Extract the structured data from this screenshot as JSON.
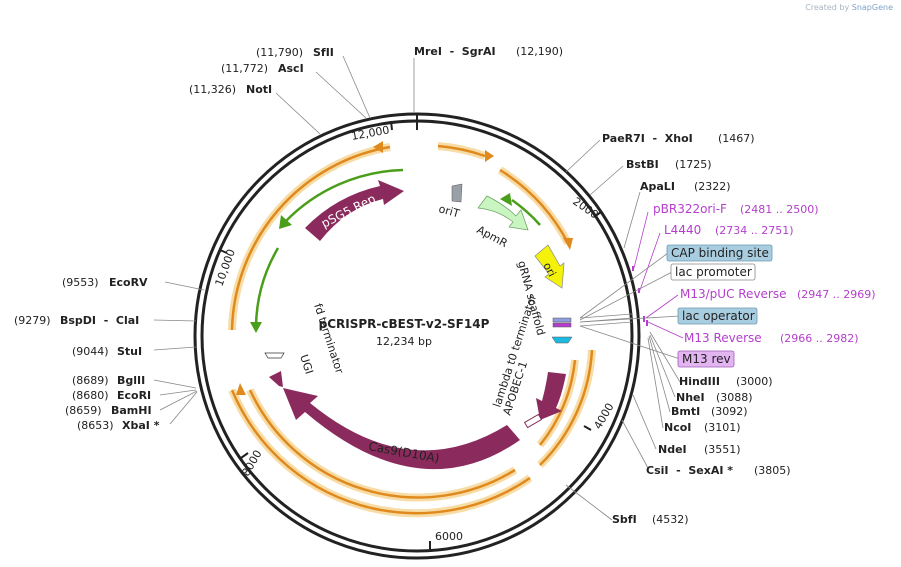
{
  "credit": {
    "prefix": "Created by",
    "brand": "SnapGene"
  },
  "plasmid": {
    "name": "pCRISPR-cBEST-v2-SF14P",
    "size_label": "12,234 bp"
  },
  "ring_ticks": [
    "2000",
    "4000",
    "6000",
    "8000",
    "10,000",
    "12,000"
  ],
  "sites": [
    {
      "name": "SfII",
      "pos": "(11,790)",
      "side": "left"
    },
    {
      "name": "AscI",
      "pos": "(11,772)",
      "side": "left"
    },
    {
      "name": "NotI",
      "pos": "(11,326)",
      "side": "left"
    },
    {
      "name": "EcoRV",
      "pos": "(9553)",
      "side": "left"
    },
    {
      "name": "BspDI  -  ClaI",
      "pos": "(9279)",
      "side": "left"
    },
    {
      "name": "StuI",
      "pos": "(9044)",
      "side": "left"
    },
    {
      "name": "BglII",
      "pos": "(8689)",
      "side": "left"
    },
    {
      "name": "EcoRI",
      "pos": "(8680)",
      "side": "left"
    },
    {
      "name": "BamHI",
      "pos": "(8659)",
      "side": "left"
    },
    {
      "name": "XbaI *",
      "pos": "(8653)",
      "side": "left"
    },
    {
      "name": "MreI  -  SgrAI",
      "pos": "(12,190)",
      "side": "right"
    },
    {
      "name": "PaeR7I  -  XhoI",
      "pos": "(1467)",
      "side": "right"
    },
    {
      "name": "BstBI",
      "pos": "(1725)",
      "side": "right"
    },
    {
      "name": "ApaLI",
      "pos": "(2322)",
      "side": "right"
    },
    {
      "name": "HindIII",
      "pos": "(3000)",
      "side": "right"
    },
    {
      "name": "NheI",
      "pos": "(3088)",
      "side": "right"
    },
    {
      "name": "BmtI",
      "pos": "(3092)",
      "side": "right"
    },
    {
      "name": "NcoI",
      "pos": "(3101)",
      "side": "right"
    },
    {
      "name": "NdeI",
      "pos": "(3551)",
      "side": "right"
    },
    {
      "name": "CsiI  -  SexAI *",
      "pos": "(3805)",
      "side": "right"
    },
    {
      "name": "SbfI",
      "pos": "(4532)",
      "side": "right"
    }
  ],
  "primers": [
    {
      "name": "pBR322ori-F",
      "range": "(2481 .. 2500)"
    },
    {
      "name": "L4440",
      "range": "(2734 .. 2751)"
    },
    {
      "name": "M13/pUC Reverse",
      "range": "(2947 .. 2969)"
    },
    {
      "name": "M13 Reverse",
      "range": "(2966 .. 2982)"
    }
  ],
  "boxed_features": [
    {
      "name": "CAP binding site",
      "style": "blue"
    },
    {
      "name": "lac promoter",
      "style": "white"
    },
    {
      "name": "lac operator",
      "style": "blue"
    },
    {
      "name": "M13 rev",
      "style": "purple"
    }
  ],
  "features": {
    "psg5_rep": "pSG5 Rep",
    "orit": "oriT",
    "apmr": "ApmR",
    "ori": "ori",
    "grna_scaffold": "gRNA scaffold",
    "lambda_t0": "lambda t0 terminator",
    "apobec": "APOBEC-1",
    "cas9": "Cas9(D10A)",
    "ugi": "UGI",
    "fd_terminator": "fd terminator"
  },
  "colors": {
    "backbone": "#222222",
    "cds": "#8b2a5c",
    "orange_arc": "#e08a1e",
    "orange_halo": "#f7dca6",
    "green_arrow": "#4a9e1a",
    "primer": "#b53ecc",
    "ori": "#f4f20a",
    "apmr": "#c8f5c0",
    "orit": "#9aa0a8",
    "blue_box": "#a9cde0",
    "purple_box": "#e2b4f0"
  }
}
